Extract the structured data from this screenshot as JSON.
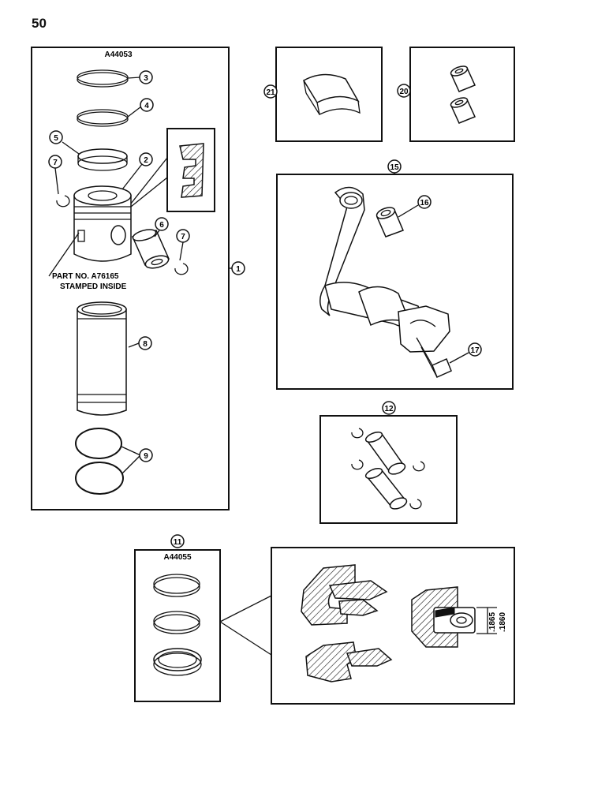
{
  "page_number": "50",
  "kit_labels": {
    "piston_kit": "A44053",
    "ring_kit": "A44055"
  },
  "callouts": [
    "1",
    "2",
    "3",
    "4",
    "5",
    "6",
    "7",
    "7",
    "8",
    "9",
    "11",
    "12",
    "15",
    "16",
    "17",
    "20",
    "21"
  ],
  "note_lines": [
    "PART NO. A76165",
    "STAMPED INSIDE"
  ],
  "dimension_values": [
    ".1865",
    ".1860"
  ]
}
